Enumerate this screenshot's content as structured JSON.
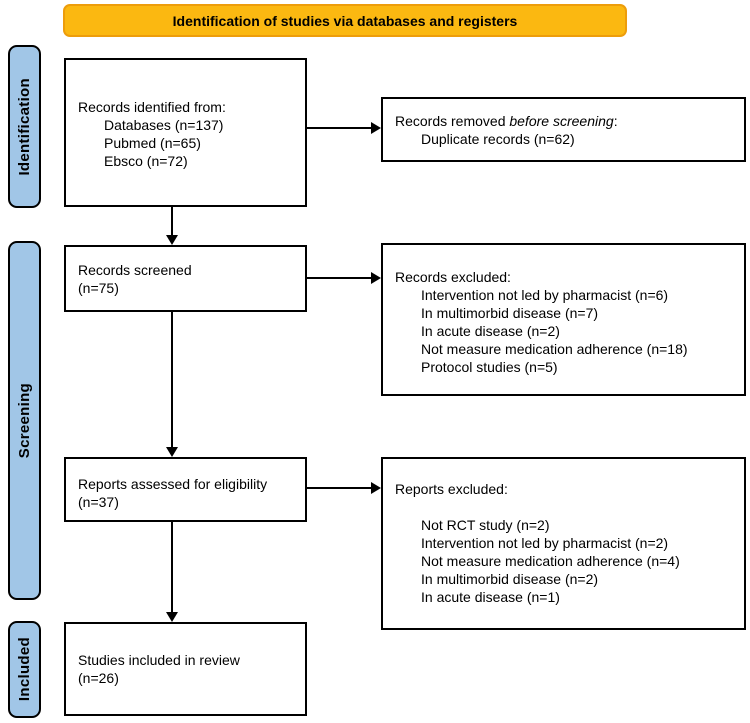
{
  "banner": {
    "label": "Identification of studies via databases and registers"
  },
  "stages": [
    {
      "label": "Identification"
    },
    {
      "label": "Screening"
    },
    {
      "label": "Included"
    }
  ],
  "boxes": {
    "records_identified": {
      "title": "Records identified from:",
      "items": [
        "Databases (n=137)",
        "Pubmed (n=65)",
        "Ebsco (n=72)"
      ]
    },
    "records_removed": {
      "title_prefix": "Records removed ",
      "title_italic": "before screening",
      "title_suffix": ":",
      "items": [
        "Duplicate records (n=62)"
      ]
    },
    "records_screened": {
      "text": "Records screened\n(n=75)"
    },
    "records_excluded": {
      "title": "Records excluded:",
      "items": [
        "Intervention not led by pharmacist (n=6)",
        "In multimorbid disease (n=7)",
        "In acute disease (n=2)",
        "Not measure medication adherence (n=18)",
        "Protocol studies (n=5)"
      ]
    },
    "reports_assessed": {
      "text": "Reports assessed for eligibility\n(n=37)"
    },
    "reports_excluded": {
      "title": "Reports excluded:",
      "items": [
        "Not RCT study (n=2)",
        "Intervention not led by pharmacist (n=2)",
        "Not measure medication adherence (n=4)",
        "In multimorbid disease (n=2)",
        "In acute disease (n=1)"
      ]
    },
    "studies_included": {
      "text": "Studies included in review\n(n=26)"
    }
  },
  "colors": {
    "banner_fill": "#FBB811",
    "banner_border": "#ED9D0B",
    "stage_fill": "#A1C6E7"
  }
}
